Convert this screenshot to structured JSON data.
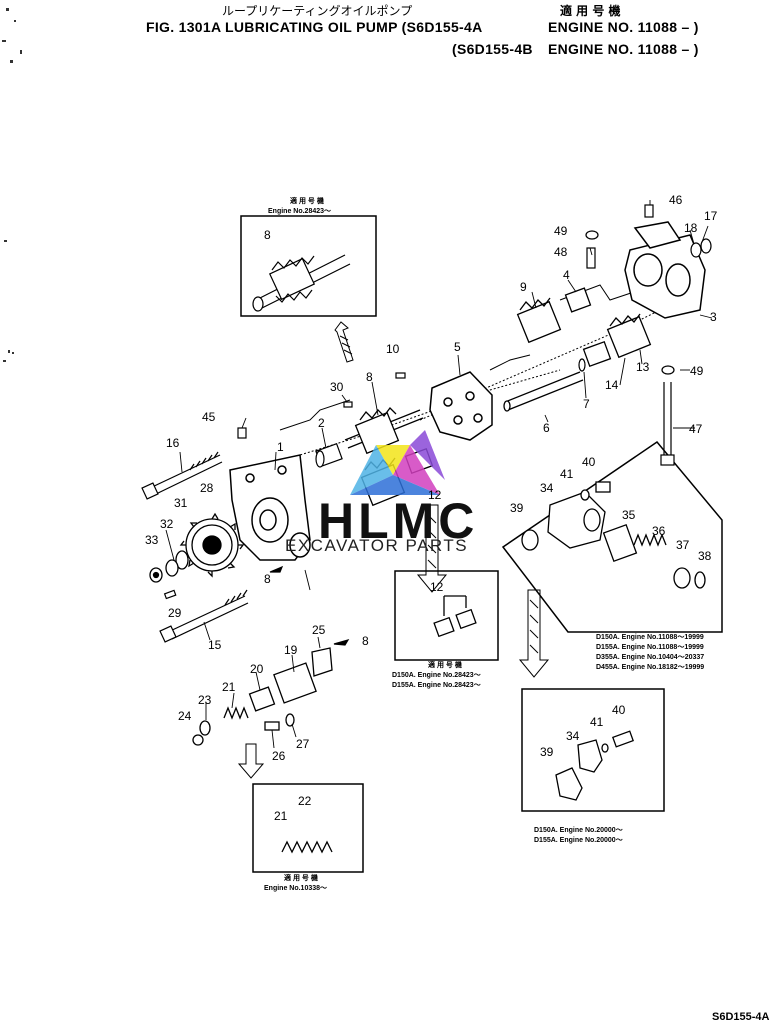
{
  "header": {
    "jp_title": "ループリケーティングオイルポンプ",
    "jp_applicable": "適 用 号 機",
    "line1_left": "FIG. 1301A  LUBRICATING OIL PUMP (S6D155-4A",
    "line1_right": "ENGINE NO. 11088 – )",
    "line2_left": "(S6D155-4B",
    "line2_right": "ENGINE NO. 11088 – )"
  },
  "watermark": {
    "logo": "HLMC",
    "sub": "EXCAVATOR PARTS"
  },
  "insets": {
    "top": {
      "jp": "適 用 号 機",
      "note": "Engine No.28423～"
    },
    "middle": {
      "jp": "適 用 号 機",
      "notes": [
        "D150A. Engine No.28423～",
        "D155A. Engine No.28423～"
      ]
    },
    "right_top": {
      "notes": [
        "D150A.  Engine No.11088～19999",
        "D155A.  Engine No.11088～19999",
        "D355A.  Engine No.10404～20337",
        "D455A.  Engine No.18182～19999"
      ]
    },
    "right_bottom": {
      "notes": [
        "D150A. Engine No.20000～",
        "D155A. Engine No.20000～"
      ]
    },
    "bottom": {
      "jp": "適 用 号 機",
      "note": "Engine No.10338～"
    }
  },
  "part_labels": [
    "1",
    "2",
    "3",
    "4",
    "5",
    "6",
    "7",
    "8",
    "9",
    "10",
    "12",
    "13",
    "14",
    "15",
    "16",
    "17",
    "18",
    "19",
    "20",
    "21",
    "22",
    "23",
    "24",
    "25",
    "26",
    "27",
    "28",
    "29",
    "30",
    "31",
    "32",
    "33",
    "34",
    "35",
    "36",
    "37",
    "38",
    "39",
    "40",
    "41",
    "45",
    "46",
    "47",
    "48",
    "49"
  ],
  "footer": {
    "code": "S6D155-4A"
  }
}
